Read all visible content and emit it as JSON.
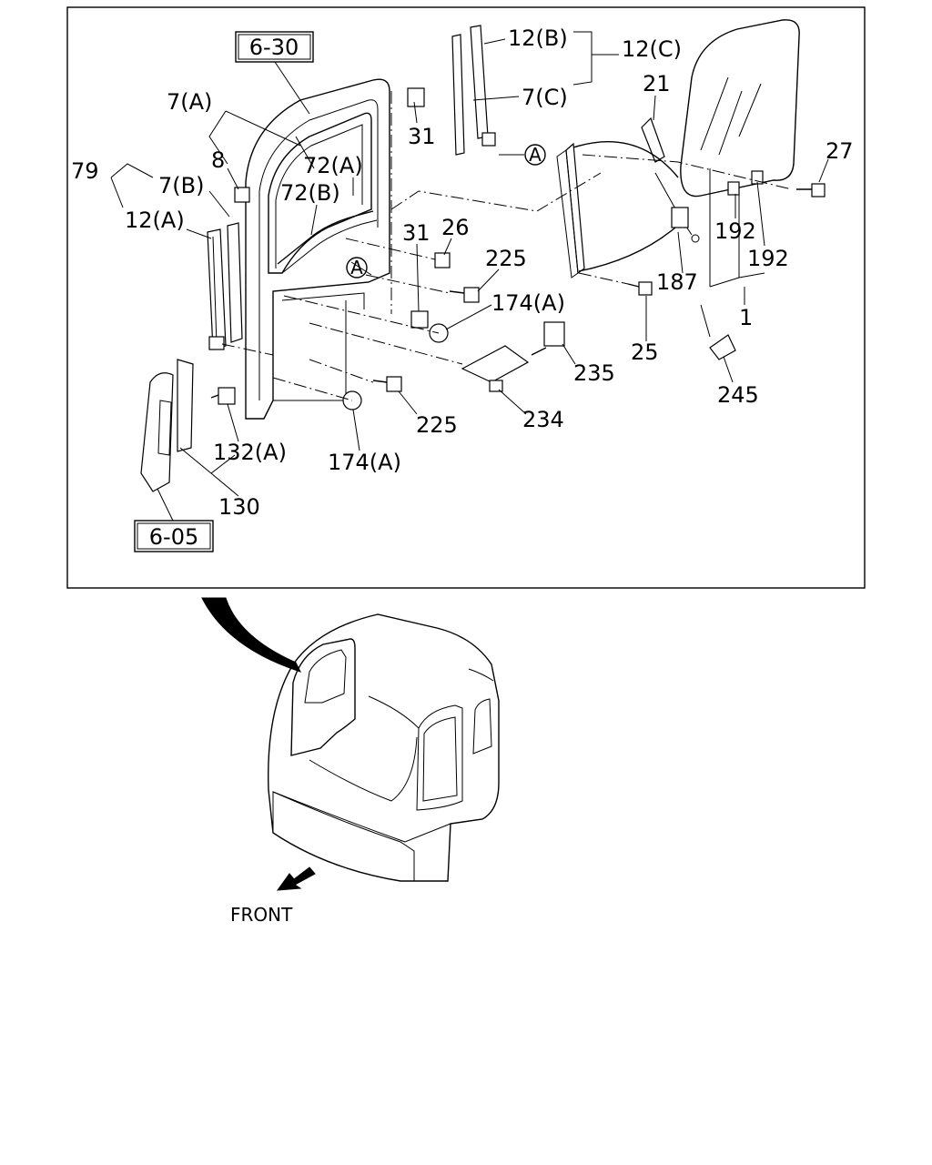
{
  "refs": {
    "r630": "6-30",
    "r605": "6-05"
  },
  "labels": {
    "l12b": "12(B)",
    "l12c": "12(C)",
    "l7c": "7(C)",
    "l21": "21",
    "l27": "27",
    "l7a": "7(A)",
    "l8": "8",
    "l79": "79",
    "l7b": "7(B)",
    "l12a": "12(A)",
    "l72a": "72(A)",
    "l72b": "72(B)",
    "l31a": "31",
    "l31b": "31",
    "l26": "26",
    "l225a": "225",
    "l225b": "225",
    "l174a1": "174(A)",
    "l174a2": "174(A)",
    "l192a": "192",
    "l192b": "192",
    "l187": "187",
    "l1": "1",
    "l25": "25",
    "l235": "235",
    "l234": "234",
    "l245": "245",
    "l132a": "132(A)",
    "l130": "130",
    "circA1": "A",
    "circA2": "A"
  },
  "front": "FRONT"
}
